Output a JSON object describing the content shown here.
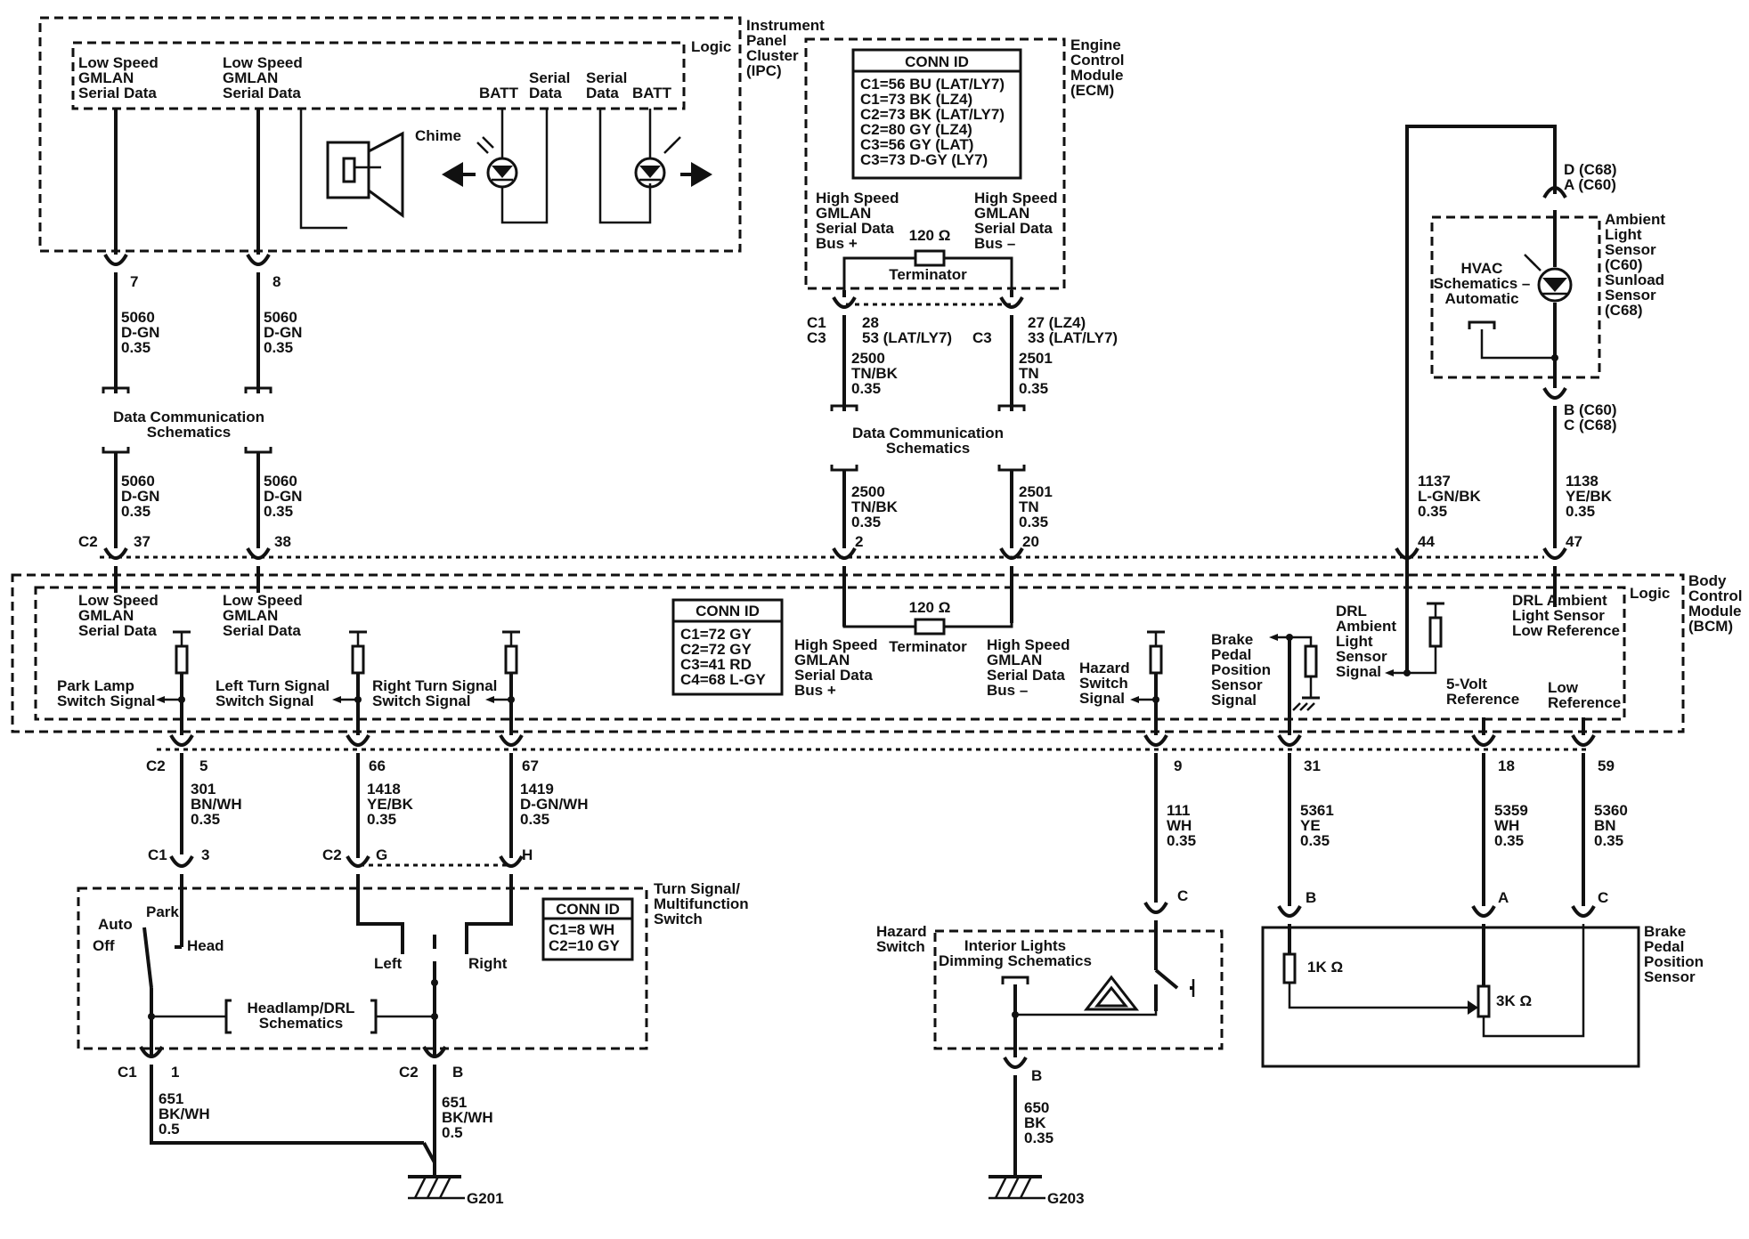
{
  "modules": {
    "ipc": [
      "Instrument",
      "Panel",
      "Cluster",
      "(IPC)"
    ],
    "ecm": [
      "Engine",
      "Control",
      "Module",
      "(ECM)"
    ],
    "bcm": [
      "Body",
      "Control",
      "Module",
      "(BCM)"
    ],
    "logic": "Logic",
    "ambient": [
      "Ambient",
      "Light",
      "Sensor",
      "(C60)",
      "Sunload",
      "Sensor",
      "(C68)"
    ],
    "turn_switch": [
      "Turn Signal/",
      "Multifunction",
      "Switch"
    ],
    "hazard_switch": [
      "Hazard",
      "Switch"
    ],
    "brake_sensor": [
      "Brake",
      "Pedal",
      "Position",
      "Sensor"
    ]
  },
  "ipc": {
    "low_speed_1": [
      "Low Speed",
      "GMLAN",
      "Serial Data"
    ],
    "low_speed_2": [
      "Low Speed",
      "GMLAN",
      "Serial Data"
    ],
    "chime": "Chime",
    "batt_1": "BATT",
    "serial_data_1": [
      "Serial",
      "Data"
    ],
    "serial_data_2": [
      "Serial",
      "Data"
    ],
    "batt_2": "BATT"
  },
  "ecm": {
    "conn_id_title": "CONN ID",
    "conn_id": [
      "C1=56 BU (LAT/LY7)",
      "C1=73 BK (LZ4)",
      "C2=73 BK (LAT/LY7)",
      "C2=80 GY (LZ4)",
      "C3=56 GY (LAT)",
      "C3=73 D-GY (LY7)"
    ],
    "hs_plus": [
      "High Speed",
      "GMLAN",
      "Serial Data",
      "Bus +"
    ],
    "hs_minus": [
      "High Speed",
      "GMLAN",
      "Serial Data",
      "Bus –"
    ],
    "resistor": "120 Ω",
    "terminator": "Terminator"
  },
  "bcm": {
    "conn_id_title": "CONN ID",
    "conn_id": [
      "C1=72 GY",
      "C2=72 GY",
      "C3=41 RD",
      "C4=68 L-GY"
    ],
    "low_speed_1": [
      "Low Speed",
      "GMLAN",
      "Serial Data"
    ],
    "low_speed_2": [
      "Low Speed",
      "GMLAN",
      "Serial Data"
    ],
    "park_lamp": [
      "Park Lamp",
      "Switch Signal"
    ],
    "left_turn": [
      "Left Turn Signal",
      "Switch Signal"
    ],
    "right_turn": [
      "Right Turn Signal",
      "Switch Signal"
    ],
    "hs_plus": [
      "High Speed",
      "GMLAN",
      "Serial Data",
      "Bus +"
    ],
    "hs_minus": [
      "High Speed",
      "GMLAN",
      "Serial Data",
      "Bus –"
    ],
    "resistor": "120 Ω",
    "terminator": "Terminator",
    "hazard": [
      "Hazard",
      "Switch",
      "Signal"
    ],
    "brake": [
      "Brake",
      "Pedal",
      "Position",
      "Sensor",
      "Signal"
    ],
    "drl_sensor": [
      "DRL",
      "Ambient",
      "Light",
      "Sensor",
      "Signal"
    ],
    "drl_lowref": [
      "DRL Ambient",
      "Light Sensor",
      "Low Reference"
    ],
    "five_volt": [
      "5-Volt",
      "Reference"
    ],
    "low_ref": [
      "Low",
      "Reference"
    ]
  },
  "schematics": {
    "data_comm_left": [
      "Data Communication",
      "Schematics"
    ],
    "data_comm_mid": [
      "Data Communication",
      "Schematics"
    ],
    "hvac": [
      "HVAC",
      "Schematics –",
      "Automatic"
    ],
    "headlamp_drl": [
      "Headlamp/DRL",
      "Schematics"
    ],
    "interior_lights": [
      "Interior Lights",
      "Dimming Schematics"
    ]
  },
  "pins": {
    "ipc_7": "7",
    "ipc_8": "8",
    "bcm_c2_left": "C2",
    "bcm_37": "37",
    "bcm_38": "38",
    "ecm_c1": "C1",
    "ecm_c3": "C3",
    "ecm_28": "28",
    "ecm_53": "53 (LAT/LY7)",
    "ecm_c3b": "C3",
    "ecm_27": "27 (LZ4)",
    "ecm_33": "33 (LAT/LY7)",
    "bcm_2": "2",
    "bcm_20": "20",
    "bcm_44": "44",
    "bcm_47": "47",
    "amb_d": "D (C68)",
    "amb_a": "A (C60)",
    "amb_b": "B (C60)",
    "amb_c": "C (C68)",
    "bcm_c2_low": "C2",
    "bcm_5": "5",
    "bcm_66": "66",
    "bcm_67": "67",
    "bcm_9": "9",
    "bcm_31": "31",
    "bcm_18": "18",
    "bcm_59": "59",
    "ts_c1": "C1",
    "ts_3": "3",
    "ts_c2": "C2",
    "ts_g": "G",
    "ts_h": "H",
    "ts_c1b": "C1",
    "ts_1": "1",
    "ts_c2b": "C2",
    "ts_b": "B",
    "hz_c": "C",
    "hz_b": "B",
    "bp_b": "B",
    "bp_a": "A",
    "bp_c": "C",
    "g201": "G201",
    "g203": "G203"
  },
  "wires": {
    "w1_upper": [
      "5060",
      "D-GN",
      "0.35"
    ],
    "w2_upper": [
      "5060",
      "D-GN",
      "0.35"
    ],
    "w1_lower": [
      "5060",
      "D-GN",
      "0.35"
    ],
    "w2_lower": [
      "5060",
      "D-GN",
      "0.35"
    ],
    "ecm_plus_upper": [
      "2500",
      "TN/BK",
      "0.35"
    ],
    "ecm_minus_upper": [
      "2501",
      "TN",
      "0.35"
    ],
    "ecm_plus_lower": [
      "2500",
      "TN/BK",
      "0.35"
    ],
    "ecm_minus_lower": [
      "2501",
      "TN",
      "0.35"
    ],
    "amb_1137": [
      "1137",
      "L-GN/BK",
      "0.35"
    ],
    "amb_1138": [
      "1138",
      "YE/BK",
      "0.35"
    ],
    "w301": [
      "301",
      "BN/WH",
      "0.35"
    ],
    "w1418": [
      "1418",
      "YE/BK",
      "0.35"
    ],
    "w1419": [
      "1419",
      "D-GN/WH",
      "0.35"
    ],
    "w111": [
      "111",
      "WH",
      "0.35"
    ],
    "w5361": [
      "5361",
      "YE",
      "0.35"
    ],
    "w5359": [
      "5359",
      "WH",
      "0.35"
    ],
    "w5360": [
      "5360",
      "BN",
      "0.35"
    ],
    "w651a": [
      "651",
      "BK/WH",
      "0.5"
    ],
    "w651b": [
      "651",
      "BK/WH",
      "0.5"
    ],
    "w650": [
      "650",
      "BK",
      "0.35"
    ]
  },
  "turn_switch": {
    "conn_id_title": "CONN ID",
    "conn_id": [
      "C1=8 WH",
      "C2=10 GY"
    ],
    "park": "Park",
    "auto": "Auto",
    "off": "Off",
    "head": "Head",
    "left": "Left",
    "right": "Right"
  },
  "brake_sensor": {
    "r1": "1K Ω",
    "r2": "3K Ω"
  }
}
